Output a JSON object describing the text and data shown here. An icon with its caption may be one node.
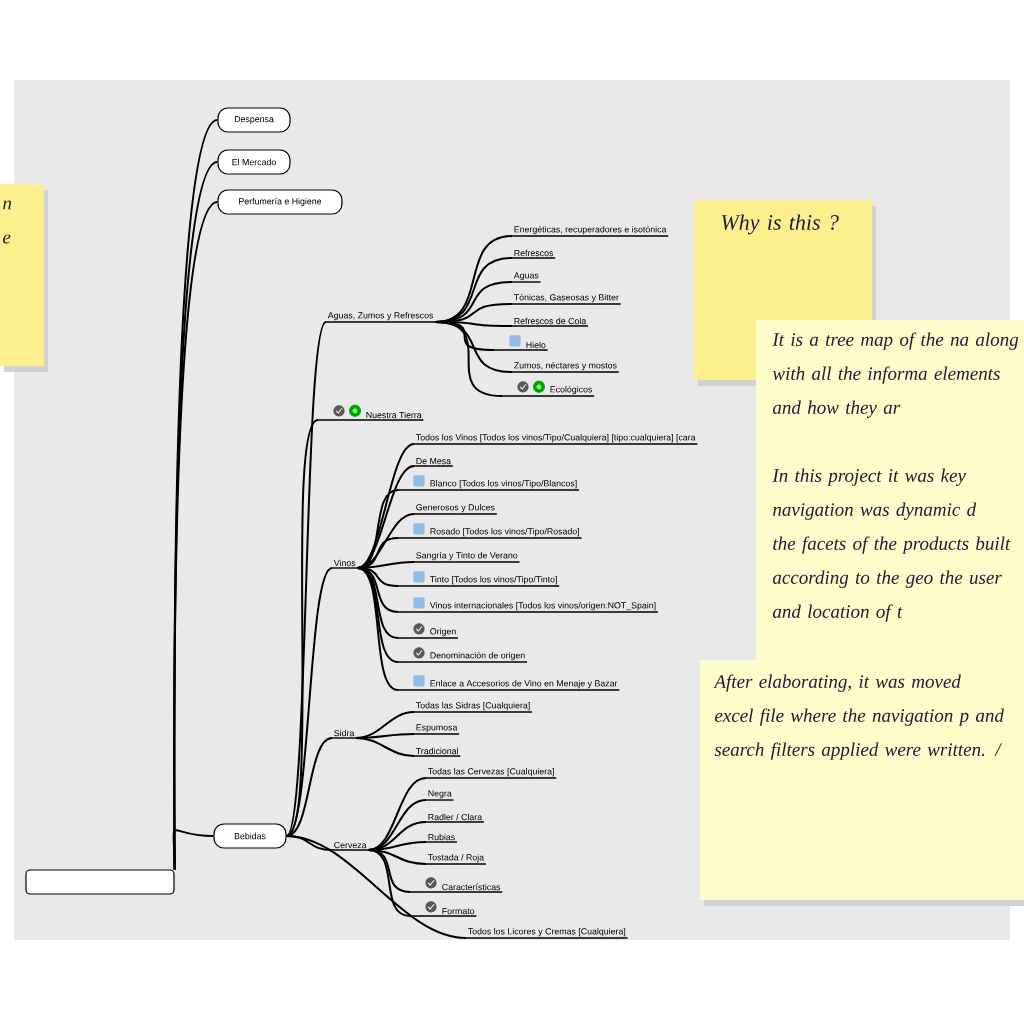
{
  "diagram": {
    "nodes": [
      {
        "text": [
          "Despensa"
        ]
      },
      {
        "text": [
          "El Mercado"
        ]
      },
      {
        "text": [
          "Perfumería e Higiene"
        ]
      },
      {
        "text": [],
        "shape": "box"
      },
      {
        "text": [
          "Bebidas"
        ]
      },
      {
        "text": [
          "Aguas, Zumos y Refrescos"
        ]
      },
      {
        "text": [
          "Energéticas, recuperadores e isotónica"
        ]
      },
      {
        "text": [
          "Refrescos"
        ]
      },
      {
        "text": [
          "Aguas"
        ]
      },
      {
        "text": [
          "Tónicas, Gaseosas y Bitter"
        ]
      },
      {
        "text": [
          "Refrescos de Cola"
        ]
      },
      {
        "text": [
          "Hielo"
        ]
      },
      {
        "text": [
          "Zumos, néctares y mostos"
        ]
      },
      {
        "text": [
          "Ecológicos"
        ]
      },
      {
        "text": [
          "Nuestra Tierra"
        ]
      },
      {
        "text": [
          "Todos los Vinos [Todos los vinos/Tipo/Cualquiera] [tipo:cualquiera] [cara"
        ]
      },
      {
        "text": [
          "De Mesa"
        ]
      },
      {
        "text": [
          "Blanco [Todos los vinos/Tipo/Blancos]"
        ]
      },
      {
        "text": [
          "Generosos y Dulces"
        ]
      },
      {
        "text": [
          "Rosado [Todos los vinos/Tipo/Rosado]"
        ]
      },
      {
        "text": [
          "Sangría y Tinto de Verano"
        ]
      },
      {
        "text": [
          "Tinto [Todos los vinos/Tipo/Tinto]"
        ]
      },
      {
        "text": [
          "Vinos internacionales [Todos los vinos/origen:NOT_Spain]"
        ]
      },
      {
        "text": [
          "Origen"
        ]
      },
      {
        "text": [
          "Denominación de origen"
        ]
      },
      {
        "text": [
          "Enlace a Accesorios de Vino en Menaje y Bazar"
        ]
      },
      {
        "text": [
          "Vinos"
        ]
      },
      {
        "text": [
          "Sidra"
        ]
      },
      {
        "text": [
          "Todas las Sidras [Cualquiera]"
        ]
      },
      {
        "text": [
          "Espumosa"
        ]
      },
      {
        "text": [
          "Tradicional"
        ]
      },
      {
        "text": [
          "Cerveza"
        ]
      },
      {
        "text": [
          "Todas las Cervezas [Cualquiera]"
        ]
      },
      {
        "text": [
          "Negra"
        ]
      },
      {
        "text": [
          "Radler / Clara"
        ]
      },
      {
        "text": [
          "Rubias"
        ]
      },
      {
        "text": [
          "Tostada / Roja"
        ]
      },
      {
        "text": [
          "Características"
        ]
      },
      {
        "text": [
          "Formato"
        ]
      },
      {
        "text": [
          "Todos los Licores y Cremas [Cualquiera]"
        ]
      },
      {
        "text": [
          "n e"
        ]
      },
      {
        "text": [
          "Why is this ?"
        ]
      },
      {
        "text": [
          "It is a tree map of the na along with all the informa elements and how they ar",
          "In this project it was key navigation was dynamic d the facets of the products built according to the geo the user and location of t"
        ]
      },
      {
        "text": [
          "After elaborating, it was moved excel file where the navigation p and search filters applied were written. /"
        ]
      }
    ],
    "edges": [
      {
        "from": 3,
        "to": 0,
        "arrow": "none"
      },
      {
        "from": 3,
        "to": 1,
        "arrow": "none"
      },
      {
        "from": 3,
        "to": 2,
        "arrow": "none"
      },
      {
        "from": 3,
        "to": 4,
        "arrow": "none"
      },
      {
        "from": 4,
        "to": 5,
        "arrow": "none"
      },
      {
        "from": 5,
        "to": 6,
        "arrow": "none"
      },
      {
        "from": 5,
        "to": 7,
        "arrow": "none"
      },
      {
        "from": 5,
        "to": 8,
        "arrow": "none"
      },
      {
        "from": 5,
        "to": 9,
        "arrow": "none"
      },
      {
        "from": 5,
        "to": 10,
        "arrow": "none"
      },
      {
        "from": 5,
        "to": 11,
        "arrow": "none"
      },
      {
        "from": 5,
        "to": 12,
        "arrow": "none"
      },
      {
        "from": 5,
        "to": 13,
        "arrow": "none"
      },
      {
        "from": 4,
        "to": 14,
        "arrow": "none"
      },
      {
        "from": 4,
        "to": 26,
        "arrow": "none"
      },
      {
        "from": 26,
        "to": 15,
        "arrow": "none"
      },
      {
        "from": 26,
        "to": 16,
        "arrow": "none"
      },
      {
        "from": 26,
        "to": 17,
        "arrow": "none"
      },
      {
        "from": 26,
        "to": 18,
        "arrow": "none"
      },
      {
        "from": 26,
        "to": 19,
        "arrow": "none"
      },
      {
        "from": 26,
        "to": 20,
        "arrow": "none"
      },
      {
        "from": 26,
        "to": 21,
        "arrow": "none"
      },
      {
        "from": 26,
        "to": 22,
        "arrow": "none"
      },
      {
        "from": 26,
        "to": 23,
        "arrow": "none"
      },
      {
        "from": 26,
        "to": 24,
        "arrow": "none"
      },
      {
        "from": 26,
        "to": 25,
        "arrow": "none"
      },
      {
        "from": 4,
        "to": 27,
        "arrow": "none"
      },
      {
        "from": 27,
        "to": 28,
        "arrow": "none"
      },
      {
        "from": 27,
        "to": 29,
        "arrow": "none"
      },
      {
        "from": 27,
        "to": 30,
        "arrow": "none"
      },
      {
        "from": 4,
        "to": 31,
        "arrow": "none"
      },
      {
        "from": 31,
        "to": 32,
        "arrow": "none"
      },
      {
        "from": 31,
        "to": 33,
        "arrow": "none"
      },
      {
        "from": 31,
        "to": 34,
        "arrow": "none"
      },
      {
        "from": 31,
        "to": 35,
        "arrow": "none"
      },
      {
        "from": 31,
        "to": 36,
        "arrow": "none"
      },
      {
        "from": 31,
        "to": 37,
        "arrow": "none"
      },
      {
        "from": 31,
        "to": 38,
        "arrow": "none"
      },
      {
        "from": 4,
        "to": 39,
        "arrow": "none"
      }
    ]
  }
}
